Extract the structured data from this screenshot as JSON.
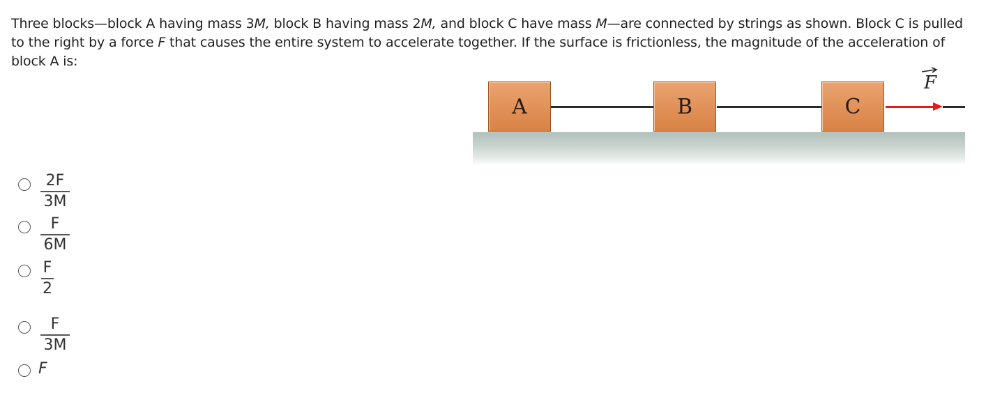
{
  "question": {
    "part1": "Three blocks—block A having mass 3",
    "m1": "M,",
    "part2": " block B having mass 2",
    "m2": "M,",
    "part3": " and block C have mass ",
    "m3": "M",
    "part4": "—are connected by strings as shown. Block C is pulled to the right by a force ",
    "f": "F",
    "part5": " that causes the entire system to accelerate together. If the surface is frictionless, the magnitude of the acceleration of block A is:"
  },
  "figure": {
    "block_a": "A",
    "block_b": "B",
    "block_c": "C",
    "force_label": "F",
    "force_color": "#e21b1b"
  },
  "options": [
    {
      "num": "2F",
      "den": "3M"
    },
    {
      "num": "F",
      "den": "6M"
    },
    {
      "num": "F",
      "den": "2"
    },
    {
      "num": "F",
      "den": "3M"
    },
    {
      "text": "F"
    }
  ]
}
